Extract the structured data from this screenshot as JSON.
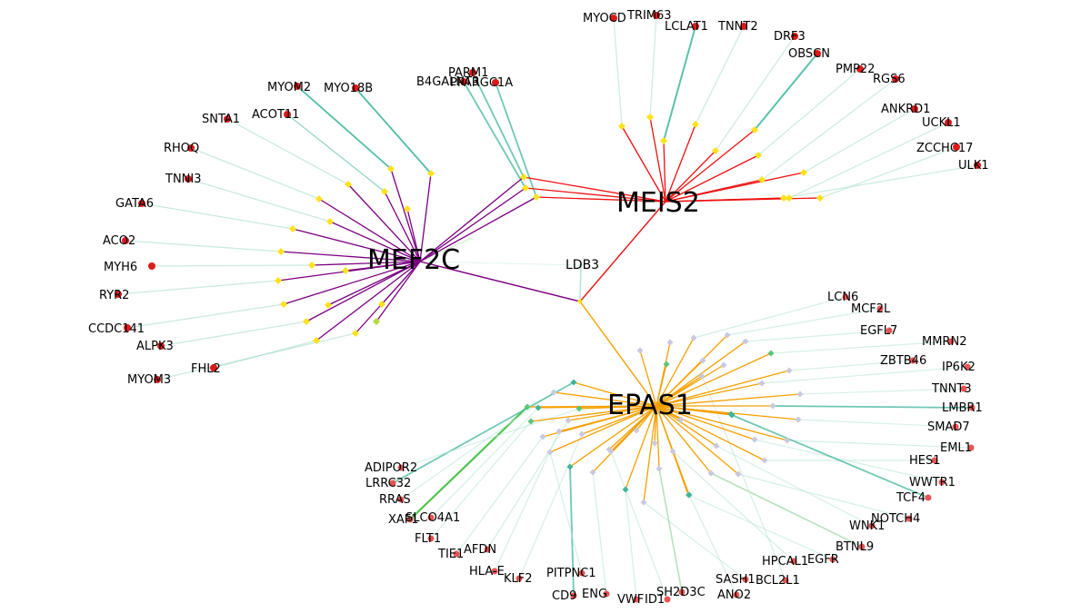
{
  "hubs": {
    "mef2c": "MEF2C",
    "meis2": "MEIS2",
    "epas1": "EPAS1",
    "ldb3": "LDB3"
  },
  "mef2c_targets": [
    "MYOM2",
    "MYO18B",
    "ACOT11",
    "SNTA1",
    "RHOQ",
    "TNNI3",
    "GATA6",
    "ACO2",
    "MYH6",
    "RYR2",
    "CCDC141",
    "ALPK3",
    "FHL2",
    "MYOM3"
  ],
  "meis2_targets": [
    "MYOCD",
    "TRIM63",
    "LCLAT1",
    "TNNT2",
    "DRF3",
    "OBSCN",
    "PMP22",
    "RGS6",
    "ANKRD1",
    "UCKL1",
    "ZCCHC17",
    "ULK1"
  ],
  "shared_targets": [
    "PARM1",
    "B4GALNT3",
    "PPARGC1A"
  ],
  "epas1_targets": [
    "LCN6",
    "MCF2L",
    "EGFL7",
    "MMRN2",
    "ZBTB46",
    "IP6K2",
    "TNNT3",
    "LMBR1",
    "SMAD7",
    "EML1",
    "HES1",
    "WWTR1",
    "TCF4",
    "NOTCH4",
    "WNK1",
    "BTNL9",
    "EGFR",
    "HPCAL1",
    "BCL2L1",
    "SASH1",
    "ANO2",
    "SH2D3C",
    "VWF",
    "ID1",
    "ENG",
    "CD9",
    "PITPNC1",
    "KLF2",
    "HLA-E",
    "AFDN",
    "TIE1",
    "FLT1",
    "SLCO4A1",
    "XAF1",
    "RRAS",
    "LRRC32",
    "ADIPOR2"
  ],
  "colors": {
    "mef2c_edge": "#7b0080",
    "meis2_edge": "#ee1111",
    "epas1_edge": "#f5a000",
    "intermediate_node": "#ffe21a",
    "target_node": "#dd1a1a",
    "edge_teal": "#3fb59b",
    "edge_green": "#3cbc3c"
  }
}
